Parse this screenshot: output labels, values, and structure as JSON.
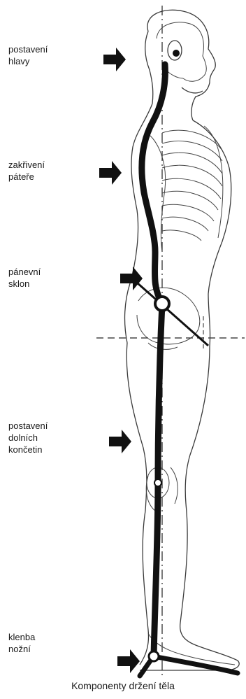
{
  "labels": [
    {
      "id": "head",
      "lines": [
        "postavení",
        "hlavy"
      ]
    },
    {
      "id": "spine",
      "lines": [
        "zakřivení",
        "páteře"
      ]
    },
    {
      "id": "pelvis",
      "lines": [
        "pánevní",
        "sklon"
      ]
    },
    {
      "id": "legs",
      "lines": [
        "postavení",
        "dolních",
        "končetin"
      ]
    },
    {
      "id": "foot",
      "lines": [
        "klenba",
        "nožní"
      ]
    }
  ],
  "caption": "Komponenty držení těla",
  "colors": {
    "ink": "#111111",
    "outline": "#3a3a3a",
    "guide": "#222222"
  },
  "icons": [
    "arrow-right-icon"
  ]
}
